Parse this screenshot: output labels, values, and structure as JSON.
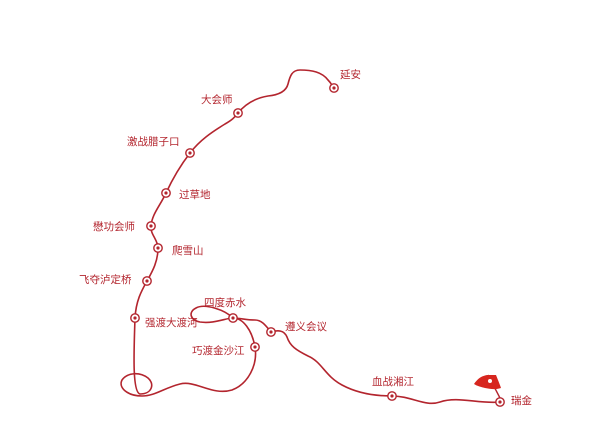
{
  "map": {
    "stops": [
      {
        "id": "yanan",
        "label": "延安"
      },
      {
        "id": "dahui",
        "label": "大会师"
      },
      {
        "id": "lazikou",
        "label": "激战腊子口"
      },
      {
        "id": "caodi",
        "label": "过草地"
      },
      {
        "id": "maogong",
        "label": "懋功会师"
      },
      {
        "id": "xueshan",
        "label": "爬雪山"
      },
      {
        "id": "ludingqiao",
        "label": "飞夺泸定桥"
      },
      {
        "id": "daduhe",
        "label": "强渡大渡河"
      },
      {
        "id": "chishui",
        "label": "四度赤水"
      },
      {
        "id": "zunyi",
        "label": "遵义会议"
      },
      {
        "id": "jinshajiang",
        "label": "巧渡金沙江"
      },
      {
        "id": "xiangjiang",
        "label": "血战湘江"
      },
      {
        "id": "ruijin",
        "label": "瑞金"
      }
    ],
    "colors": {
      "route": "#b3252e",
      "flag": "#d7261f"
    },
    "flag_icon": "red-flag-icon"
  }
}
